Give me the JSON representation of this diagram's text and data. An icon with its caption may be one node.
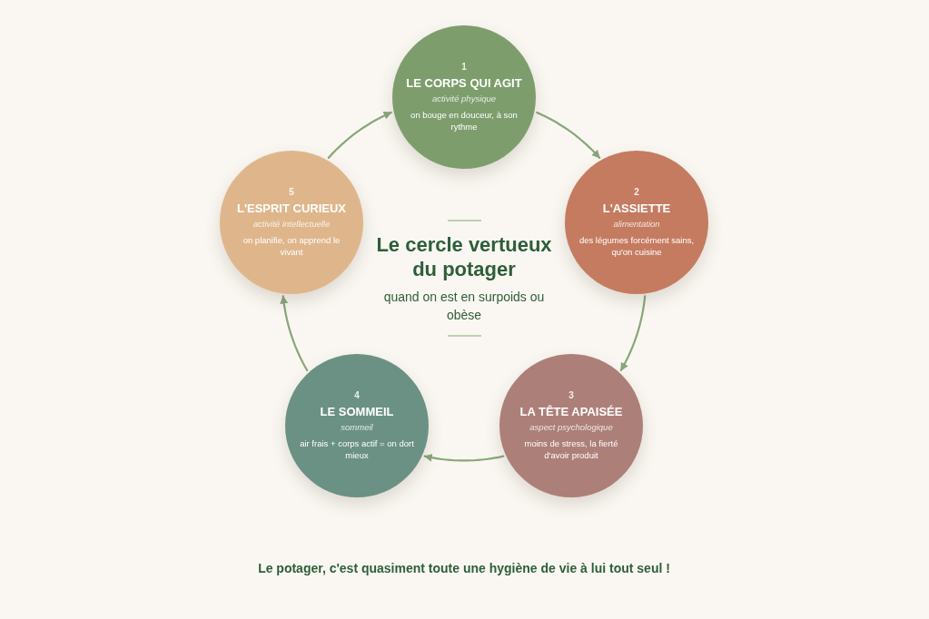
{
  "diagram": {
    "title": "Le cercle vertueux du potager",
    "caption": "Le potager, c'est quasiment toute une hygiène de vie à lui tout seul !",
    "nodes": [
      {
        "text": [
          "1",
          "LE CORPS QUI AGIT",
          "activité physique",
          "on bouge en douceur, à son rythme"
        ]
      },
      {
        "text": [
          "2",
          "L'ASSIETTE",
          "alimentation",
          "des légumes forcément sains, qu'on cuisine"
        ]
      },
      {
        "text": [
          "3",
          "LA TÊTE APAISÉE",
          "aspect psychologique",
          "moins de stress, la fierté d'avoir produit"
        ]
      },
      {
        "text": [
          "4",
          "LE SOMMEIL",
          "sommeil",
          "air frais + corps actif = on dort mieux"
        ]
      },
      {
        "text": [
          "5",
          "L'ESPRIT CURIEUX",
          "activité intellectuelle",
          "on planifie, on apprend le vivant"
        ]
      }
    ],
    "edges": [
      {
        "from": 0,
        "to": 1,
        "arrow": "to"
      },
      {
        "from": 1,
        "to": 2,
        "arrow": "to"
      },
      {
        "from": 2,
        "to": 3,
        "arrow": "to"
      },
      {
        "from": 3,
        "to": 4,
        "arrow": "to"
      },
      {
        "from": 4,
        "to": 0,
        "arrow": "to"
      }
    ],
    "labels": [
      "quand on est en surpoids ou obèse"
    ]
  }
}
